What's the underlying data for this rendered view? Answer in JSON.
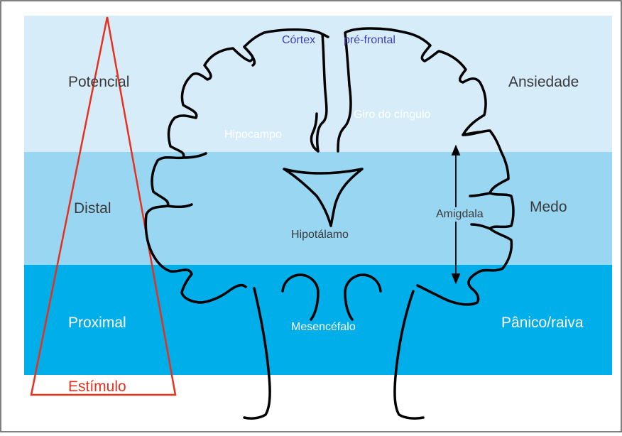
{
  "bands": {
    "top": {
      "left_label": "Potencial",
      "right_label": "Ansiedade",
      "color": "#d6ecf9"
    },
    "middle": {
      "left_label": "Distal",
      "right_label": "Medo",
      "color": "#99d6f2"
    },
    "bottom": {
      "left_label": "Proximal",
      "right_label": "Pânico/raiva",
      "color": "#00aeea"
    }
  },
  "stimulus": {
    "label": "Estímulo",
    "color": "#e8301f"
  },
  "brain": {
    "cortex_word1": "Córtex",
    "cortex_word2": "pré-frontal",
    "cortex_color": "#3f3fbf",
    "hipocampo": "Hipocampo",
    "giro": "Giro do cíngulo",
    "hipotalamo": "Hipotálamo",
    "amigdala": "Amigdala",
    "mesencefalo": "Mesencéfalo"
  },
  "colors": {
    "dark_text": "#3a3a3a",
    "light_text": "#ffffff",
    "outline": "#000000"
  }
}
